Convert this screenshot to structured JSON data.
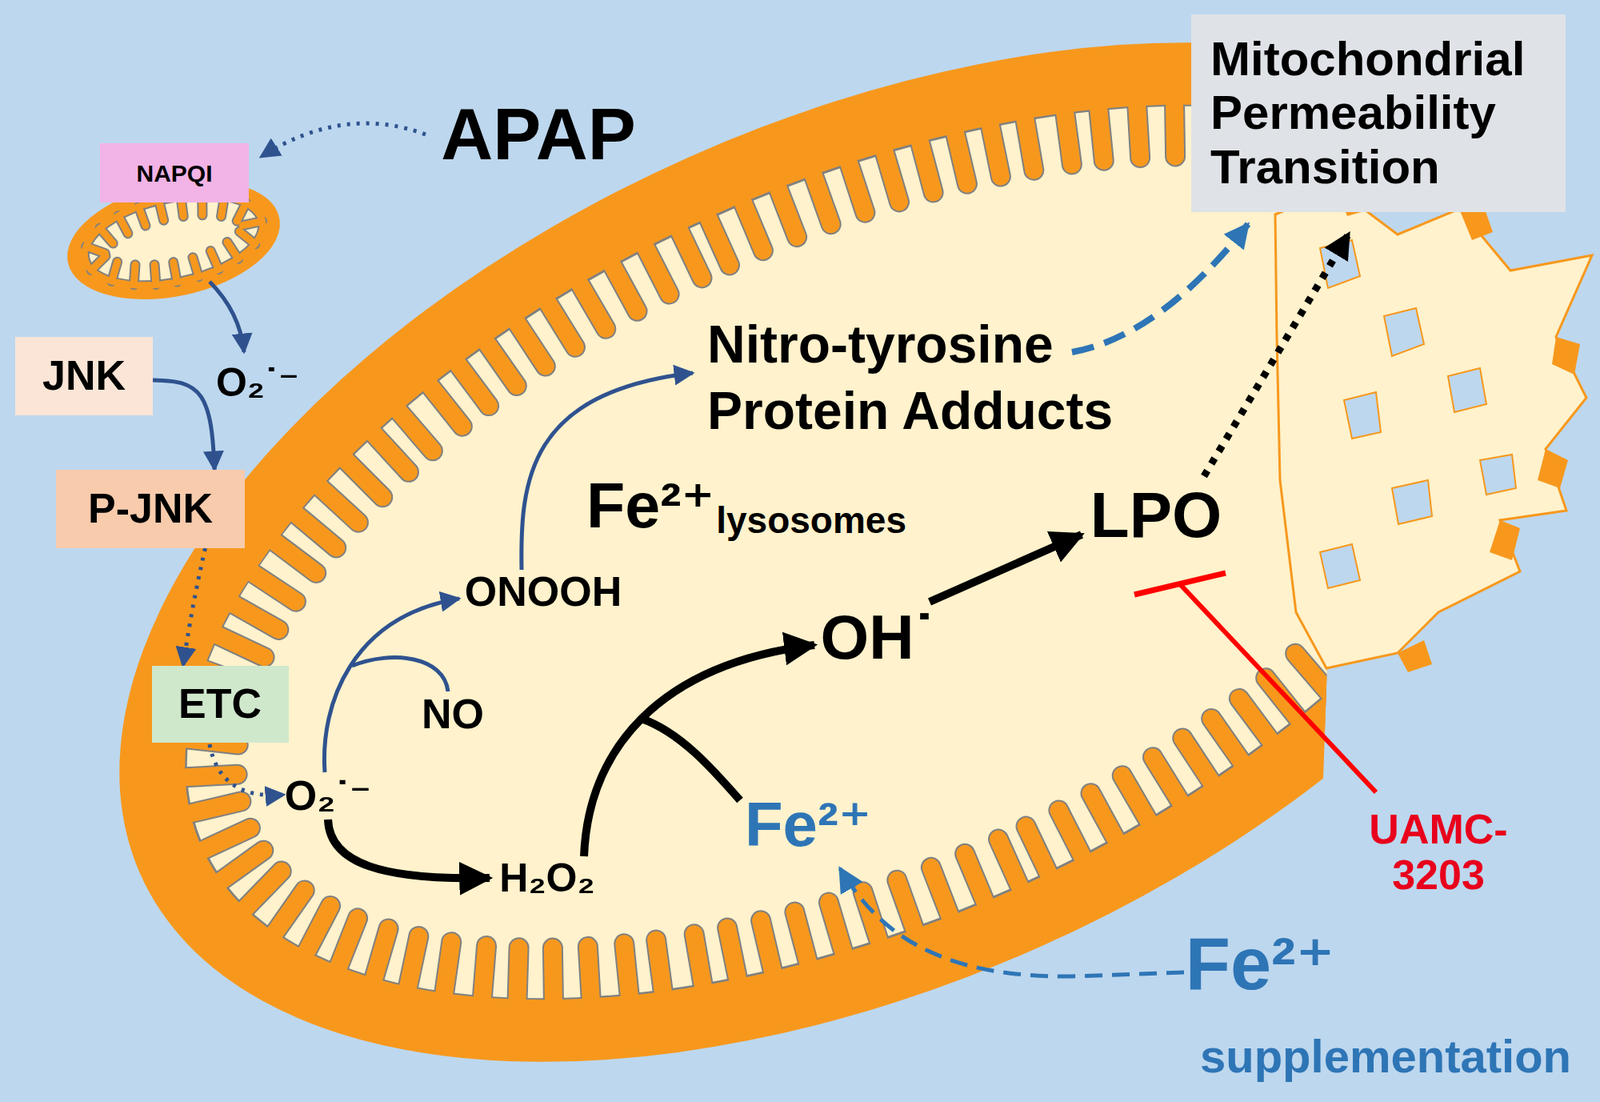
{
  "diagram": {
    "nodes": [
      {
        "text": [
          "NAPQI"
        ]
      },
      {
        "text": [
          "JNK"
        ]
      },
      {
        "text": [
          "P-JNK"
        ]
      },
      {
        "text": [
          "ETC"
        ]
      },
      {
        "text": [
          "Mitochondrial Permeability Transition"
        ]
      }
    ],
    "edges": [
      {
        "from": 1,
        "to": 2,
        "arrow": "to"
      },
      {
        "from": 2,
        "to": 3,
        "arrow": "to"
      }
    ],
    "labels": [
      "APAP",
      "O₂˙⁻",
      "Nitro-tyrosine Protein Adducts",
      "Fe²⁺",
      "lysosomes",
      "ONOOH",
      "OH˙",
      "LPO",
      "NO",
      "O₂˙⁻",
      "H₂O₂",
      "Fe²⁺",
      "UAMC- 3203",
      "Fe²⁺",
      "supplementation"
    ]
  }
}
